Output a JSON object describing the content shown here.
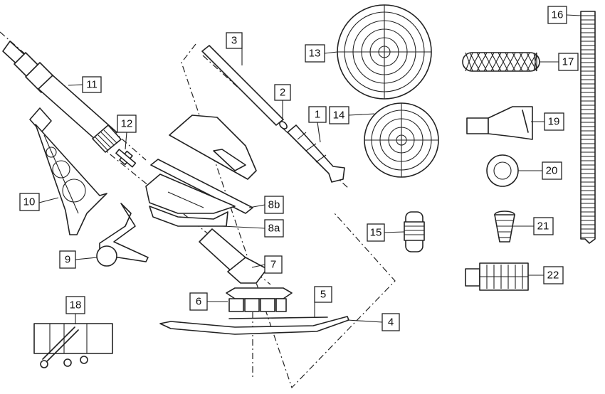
{
  "parts": [
    {
      "key": "p1",
      "label": "1"
    },
    {
      "key": "p2",
      "label": "2"
    },
    {
      "key": "p3",
      "label": "3"
    },
    {
      "key": "p4",
      "label": "4"
    },
    {
      "key": "p5",
      "label": "5"
    },
    {
      "key": "p6",
      "label": "6"
    },
    {
      "key": "p7",
      "label": "7"
    },
    {
      "key": "p8a",
      "label": "8a"
    },
    {
      "key": "p8b",
      "label": "8b"
    },
    {
      "key": "p9",
      "label": "9"
    },
    {
      "key": "p10",
      "label": "10"
    },
    {
      "key": "p11",
      "label": "11"
    },
    {
      "key": "p12",
      "label": "12"
    },
    {
      "key": "p13",
      "label": "13"
    },
    {
      "key": "p14",
      "label": "14"
    },
    {
      "key": "p15",
      "label": "15"
    },
    {
      "key": "p16",
      "label": "16"
    },
    {
      "key": "p17",
      "label": "17"
    },
    {
      "key": "p18",
      "label": "18"
    },
    {
      "key": "p19",
      "label": "19"
    },
    {
      "key": "p20",
      "label": "20"
    },
    {
      "key": "p21",
      "label": "21"
    },
    {
      "key": "p22",
      "label": "22"
    }
  ]
}
